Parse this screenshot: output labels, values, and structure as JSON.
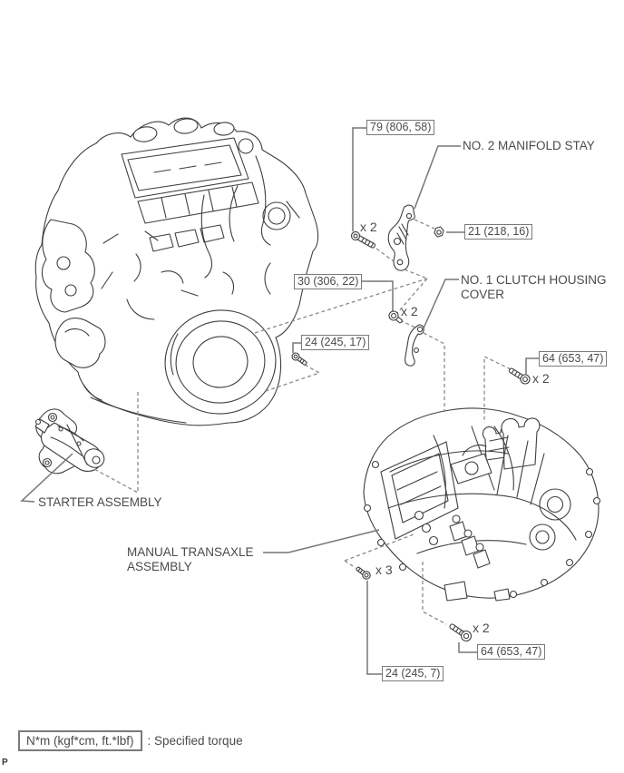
{
  "page": {
    "footer_mark": "P"
  },
  "colors": {
    "line_art": "#3f3f3f",
    "callout_gray": "#7a7a7a",
    "text_gray": "#4a4a4a"
  },
  "legend": {
    "unit_label": "N*m (kgf*cm, ft.*lbf)",
    "description": ": Specified torque"
  },
  "part_labels": {
    "manifold_stay": "NO. 2 MANIFOLD STAY",
    "clutch_housing_cover_line1": "NO. 1 CLUTCH HOUSING",
    "clutch_housing_cover_line2": "COVER",
    "starter_assembly": "STARTER ASSEMBLY",
    "manual_transaxle_line1": "MANUAL TRANSAXLE",
    "manual_transaxle_line2": "ASSEMBLY"
  },
  "torque_callouts": {
    "manifold_stay_bolt": "79 (806, 58)",
    "manifold_stay_nut": "21 (218, 16)",
    "stay_lower_bolt": "30 (306, 22)",
    "engine_side_bolt": "24 (245, 17)",
    "transaxle_upper_bolts": "64 (653, 47)",
    "transaxle_lower_bolts": "64 (653, 47)",
    "transaxle_small_bolts": "24 (245, 7)"
  },
  "quantities": {
    "manifold_stay_bolt": "x 2",
    "stay_lower_bolt": "x 2",
    "transaxle_upper_bolts": "x 2",
    "transaxle_lower_bolts": "x 2",
    "transaxle_small_bolts": "x 3"
  }
}
